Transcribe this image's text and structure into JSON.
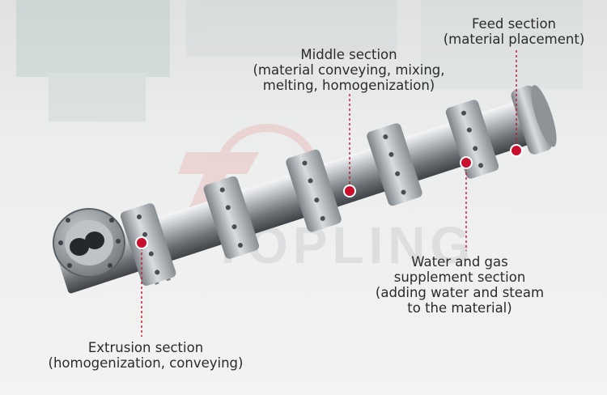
{
  "callouts": {
    "feed": {
      "title": "Feed section",
      "detail": "(material placement)"
    },
    "middle": {
      "title": "Middle section",
      "detail_1": "(material conveying, mixing,",
      "detail_2": "melting, homogenization)"
    },
    "water": {
      "title": "Water and gas",
      "line_2": "supplement section",
      "detail_1": "(adding water and steam",
      "detail_2": "to the material)"
    },
    "extrusion": {
      "title": "Extrusion section",
      "detail": "(homogenization, conveying)"
    }
  },
  "watermark": "TOPLING",
  "colors": {
    "marker": "#c8102e",
    "leader": "#c8102e",
    "steel_light": "#f2f3f4",
    "steel_dark": "#5d6267",
    "background": "#ececea"
  }
}
